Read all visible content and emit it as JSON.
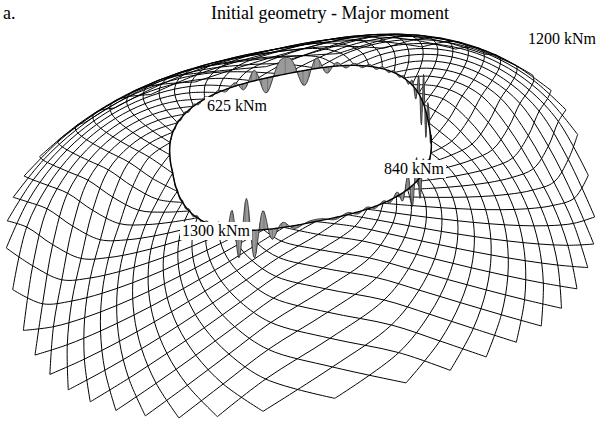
{
  "diagram": {
    "title": "Initial geometry - Major moment",
    "labels": [
      "a.",
      "1200 kNm",
      "625 kNm",
      "840 kNm",
      "1300 kNm"
    ]
  }
}
